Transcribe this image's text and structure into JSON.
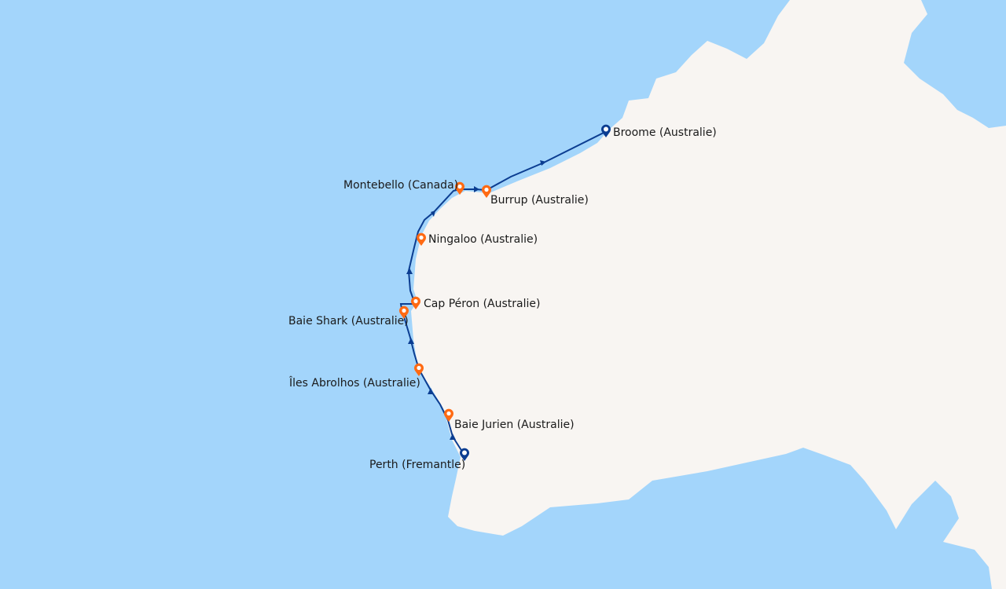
{
  "map": {
    "colors": {
      "water": "#a3d5fb",
      "land": "#f8f5f2",
      "route": "#0b3d91",
      "port_of_call": "#ff6a13",
      "embark_port": "#0b3d91"
    },
    "ports": [
      {
        "name": "Perth (Fremantle)",
        "type": "embarkation"
      },
      {
        "name": "Baie Jurien (Australie)",
        "type": "port"
      },
      {
        "name": "Îles Abrolhos (Australie)",
        "type": "port"
      },
      {
        "name": "Baie Shark (Australie)",
        "type": "port"
      },
      {
        "name": "Cap Péron (Australie)",
        "type": "port"
      },
      {
        "name": "Ningaloo (Australie)",
        "type": "port"
      },
      {
        "name": "Montebello (Canada)",
        "type": "port"
      },
      {
        "name": "Burrup (Australie)",
        "type": "port"
      },
      {
        "name": "Broome (Australie)",
        "type": "disembarkation"
      }
    ]
  }
}
